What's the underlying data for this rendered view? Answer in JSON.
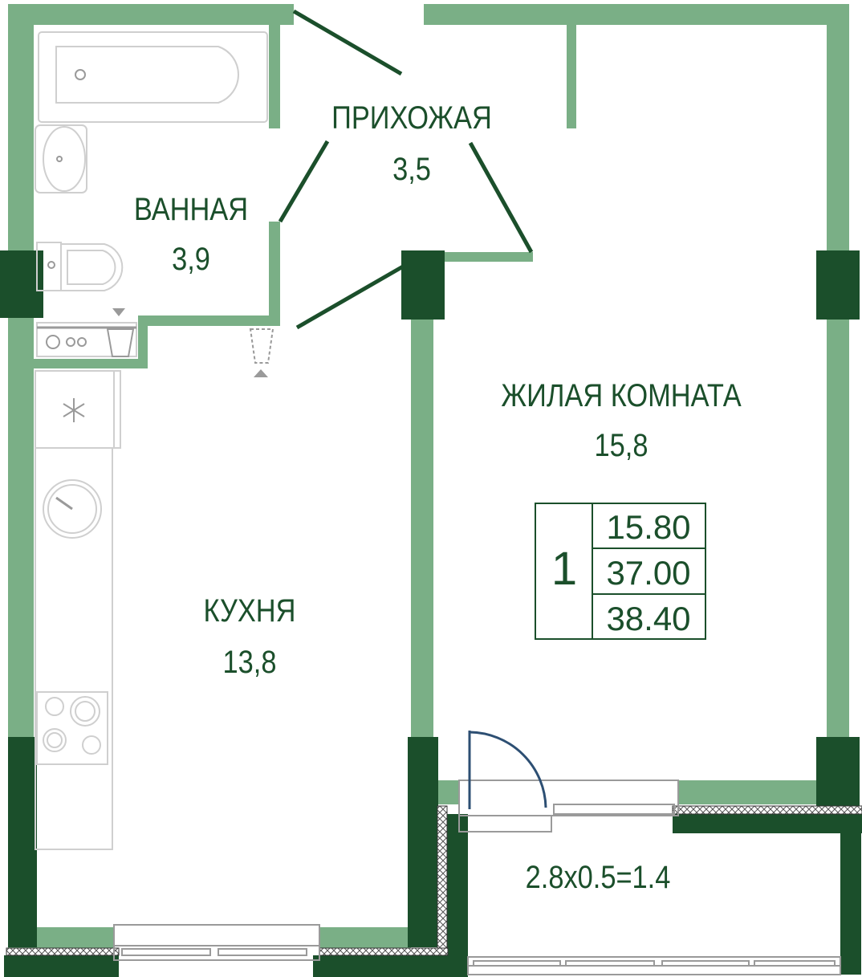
{
  "rooms": {
    "bathroom": {
      "name": "ВАННАЯ",
      "area": "3,9"
    },
    "hallway": {
      "name": "ПРИХОЖАЯ",
      "area": "3,5"
    },
    "living": {
      "name": "ЖИЛАЯ КОМНАТА",
      "area": "15,8"
    },
    "kitchen": {
      "name": "КУХНЯ",
      "area": "13,8"
    },
    "balcony": {
      "label": "2.8x0.5=1.4"
    }
  },
  "summary": {
    "rooms_count": "1",
    "living_area": "15.80",
    "total_area": "37.00",
    "total_with_balcony": "38.40"
  },
  "colors": {
    "wall_light": "#7aaf86",
    "wall_dark": "#1b4f2b",
    "text": "#1b4f2b",
    "door_balcony": "#2d4f73"
  }
}
